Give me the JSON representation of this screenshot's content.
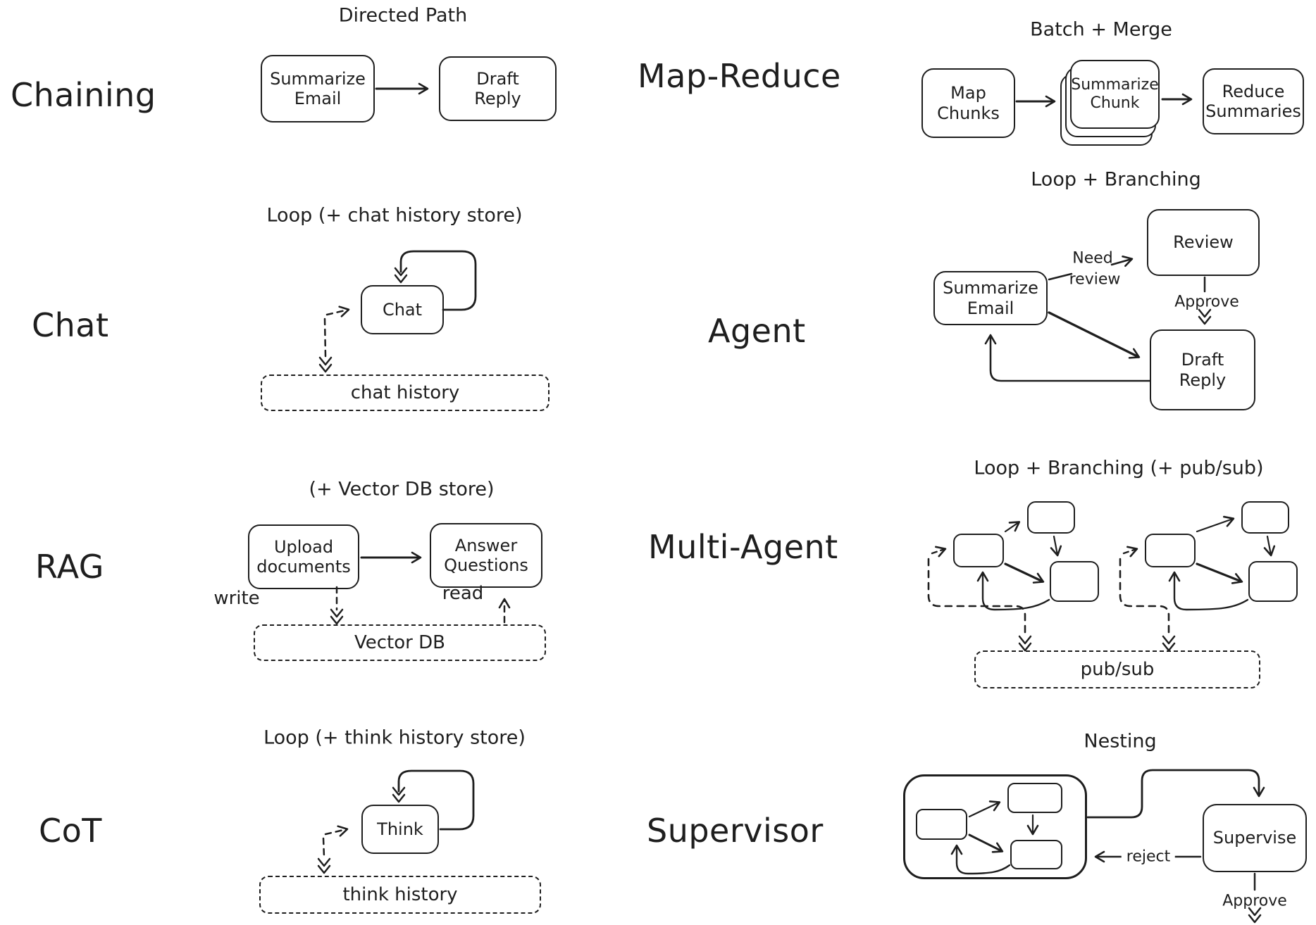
{
  "colors": {
    "ink": "#1e1e1e",
    "background": "#ffffff"
  },
  "sections": {
    "chaining": {
      "label": "Chaining",
      "title": "Directed Path",
      "node_a": "Summarize Email",
      "node_b": "Draft Reply"
    },
    "map_reduce": {
      "label": "Map-Reduce",
      "title": "Batch + Merge",
      "node_a": "Map Chunks",
      "node_b": "Summarize Chunk",
      "node_c": "Reduce Summaries"
    },
    "chat": {
      "label": "Chat",
      "title": "Loop (+ chat history store)",
      "node": "Chat",
      "store": "chat history"
    },
    "agent": {
      "label": "Agent",
      "title": "Loop + Branching",
      "node_a": "Summarize Email",
      "node_b": "Review",
      "node_c": "Draft Reply",
      "edge_need_line1": "Need",
      "edge_need_line2": "review",
      "edge_approve": "Approve"
    },
    "rag": {
      "label": "RAG",
      "title": "(+ Vector DB store)",
      "node_a": "Upload documents",
      "node_b": "Answer Questions",
      "store": "Vector DB",
      "edge_write": "write",
      "edge_read": "read"
    },
    "multi_agent": {
      "label": "Multi-Agent",
      "title": "Loop + Branching (+ pub/sub)",
      "store": "pub/sub"
    },
    "cot": {
      "label": "CoT",
      "title": "Loop (+ think history store)",
      "node": "Think",
      "store": "think history"
    },
    "supervisor": {
      "label": "Supervisor",
      "title": "Nesting",
      "node": "Supervise",
      "edge_reject": "reject",
      "edge_approve": "Approve"
    }
  }
}
